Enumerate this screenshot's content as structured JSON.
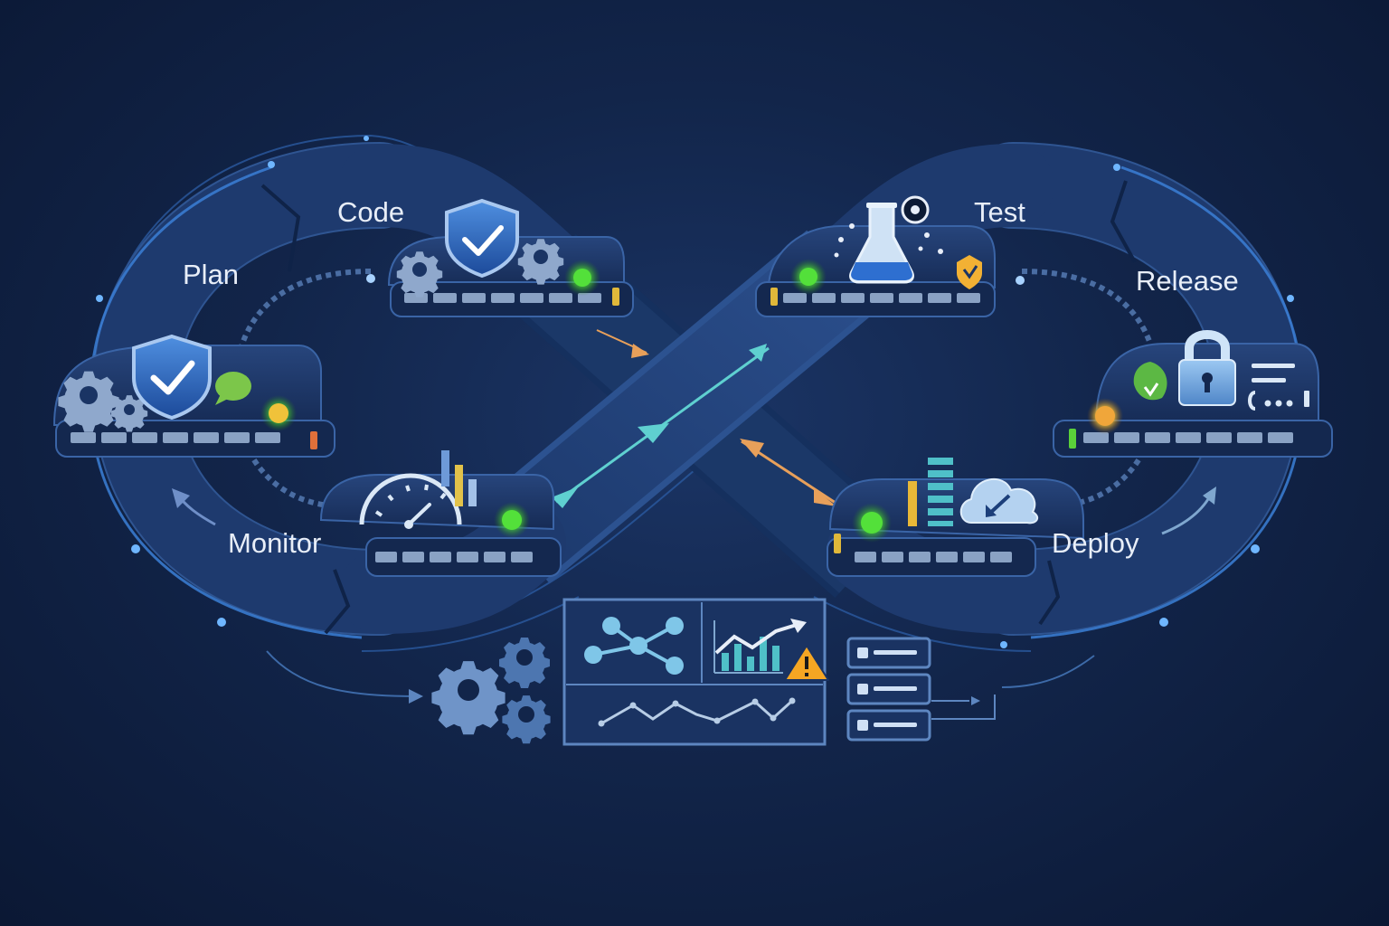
{
  "stages": {
    "plan": "Plan",
    "code": "Code",
    "test": "Test",
    "release": "Release",
    "deploy": "Deploy",
    "monitor": "Monitor"
  },
  "colors": {
    "background": "#12254a",
    "loop_band": "#1e3a6e",
    "accent_blue": "#3b7fd6",
    "arrow_teal": "#5fd0d0",
    "arrow_orange": "#e8a05a",
    "status_green": "#53e03a",
    "status_yellow": "#f2c33a",
    "warning": "#f5a623"
  },
  "icons": [
    "gear-icon",
    "shield-check-icon",
    "chat-bubble-icon",
    "flask-icon",
    "heart-badge-icon",
    "padlock-icon",
    "terminal-icon",
    "gauge-icon",
    "bar-chart-icon",
    "cloud-deploy-icon",
    "network-graph-icon",
    "trend-chart-icon",
    "warning-icon",
    "server-rack-icon"
  ]
}
